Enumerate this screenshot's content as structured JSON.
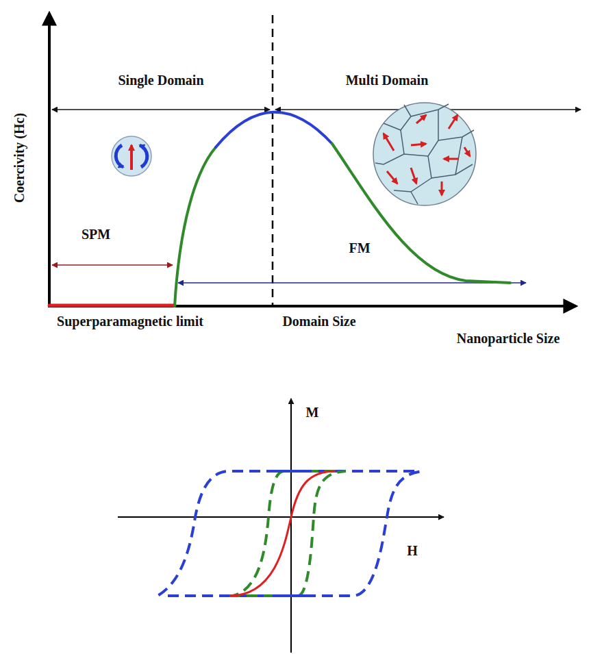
{
  "diagram": {
    "labels": [
      "Single Domain",
      "Multi Domain",
      "Coercivity (Hc)",
      "SPM",
      "FM",
      "Superparamagnetic limit",
      "Domain Size",
      "Nanoparticle Size",
      "M",
      "H"
    ]
  }
}
